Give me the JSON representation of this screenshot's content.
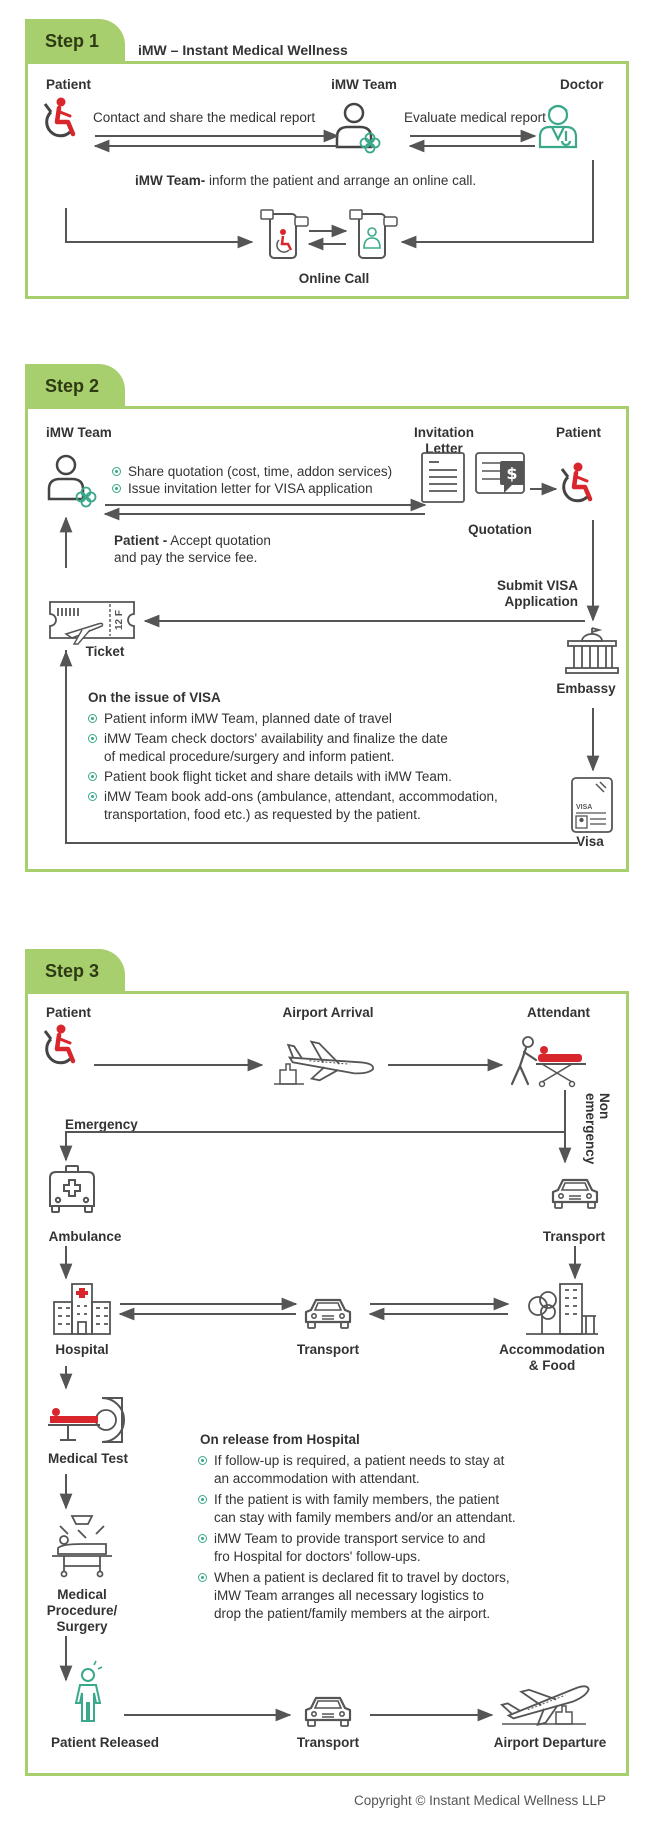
{
  "step1": {
    "tab": "Step 1",
    "title": "iMW – Instant Medical Wellness",
    "patient": "Patient",
    "team": "iMW Team",
    "doctor": "Doctor",
    "contact": "Contact and share the medical report",
    "evaluate": "Evaluate medical report",
    "inform_bold": "iMW Team-",
    "inform_rest": " inform the patient and arrange an online call.",
    "online_call": "Online Call"
  },
  "step2": {
    "tab": "Step 2",
    "team": "iMW Team",
    "invitation_l1": "Invitation",
    "invitation_l2": "Letter",
    "patient": "Patient",
    "share_quote": "Share quotation (cost, time, addon services)",
    "issue_letter": "Issue invitation letter for VISA application",
    "quotation": "Quotation",
    "accept_bold": "Patient -",
    "accept_rest": " Accept quotation",
    "accept_l2": "and pay the service fee.",
    "submit_l1": "Submit VISA",
    "submit_l2": "Application",
    "ticket": "Ticket",
    "embassy": "Embassy",
    "visa": "Visa",
    "ticket_seat": "12 F",
    "visa_card": "VISA",
    "on_issue": "On the issue of VISA",
    "bullets": [
      [
        "Patient inform iMW Team, planned date of travel"
      ],
      [
        "iMW Team check doctors' availability and finalize the date",
        "of medical procedure/surgery and inform patient."
      ],
      [
        "Patient book flight ticket and share details with iMW Team."
      ],
      [
        "iMW Team book add-ons (ambulance, attendant, accommodation,",
        "transportation, food etc.) as requested by the patient."
      ]
    ]
  },
  "step3": {
    "tab": "Step 3",
    "patient": "Patient",
    "airport_arrival": "Airport Arrival",
    "attendant": "Attendant",
    "emergency": "Emergency",
    "non_emergency": [
      "Non",
      "emergency"
    ],
    "ambulance": "Ambulance",
    "transport_right": "Transport",
    "hospital": "Hospital",
    "transport_mid": "Transport",
    "accommodation_l1": "Accommodation",
    "accommodation_l2": "& Food",
    "medical_test": "Medical Test",
    "procedure": [
      "Medical",
      "Procedure/",
      "Surgery"
    ],
    "release_title": "On release from Hospital",
    "release_bullets": [
      [
        "If follow-up is required, a patient needs to stay at",
        "an accommodation with attendant."
      ],
      [
        "If the patient is with family members, the patient",
        "can stay with family members and/or an attendant."
      ],
      [
        "iMW Team to provide transport service to and",
        "fro Hospital for doctors' follow-ups."
      ],
      [
        "When a patient is declared fit to travel by doctors,",
        "iMW Team arranges all necessary logistics to",
        "drop the patient/family members at the airport."
      ]
    ],
    "patient_released": "Patient Released",
    "transport_bottom": "Transport",
    "airport_departure": "Airport Departure"
  },
  "copyright": "Copyright © Instant Medical Wellness LLP",
  "colors": {
    "green": "#a8cf6d",
    "teal": "#3aa88a",
    "red": "#d9262c",
    "grey": "#555555"
  }
}
